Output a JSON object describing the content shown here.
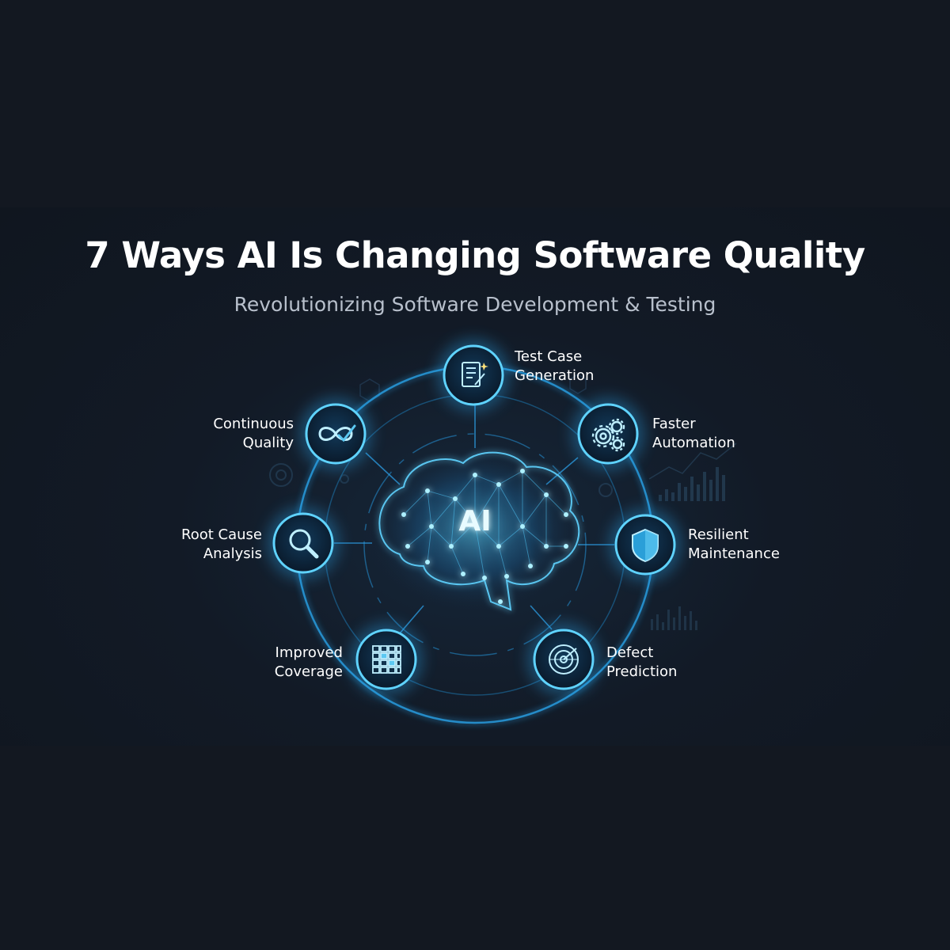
{
  "header": {
    "title": "7 Ways AI Is Changing Software Quality",
    "subtitle": "Revolutionizing Software Development & Testing"
  },
  "center": {
    "label": "AI",
    "icon": "brain-network-icon"
  },
  "colors": {
    "background": "#131821",
    "accent": "#2fb4ff",
    "glow": "#6fe0ff",
    "text": "#ffffff",
    "subtitle": "#b8c0cc"
  },
  "items": [
    {
      "line1": "Test Case",
      "line2": "Generation",
      "icon": "document-edit-icon"
    },
    {
      "line1": "Faster",
      "line2": "Automation",
      "icon": "gears-icon"
    },
    {
      "line1": "Resilient",
      "line2": "Maintenance",
      "icon": "shield-icon"
    },
    {
      "line1": "Defect",
      "line2": "Prediction",
      "icon": "radar-target-icon"
    },
    {
      "line1": "Improved",
      "line2": "Coverage",
      "icon": "grid-icon"
    },
    {
      "line1": "Root Cause",
      "line2": "Analysis",
      "icon": "magnifier-icon"
    },
    {
      "line1": "Continuous",
      "line2": "Quality",
      "icon": "infinity-check-icon"
    }
  ]
}
